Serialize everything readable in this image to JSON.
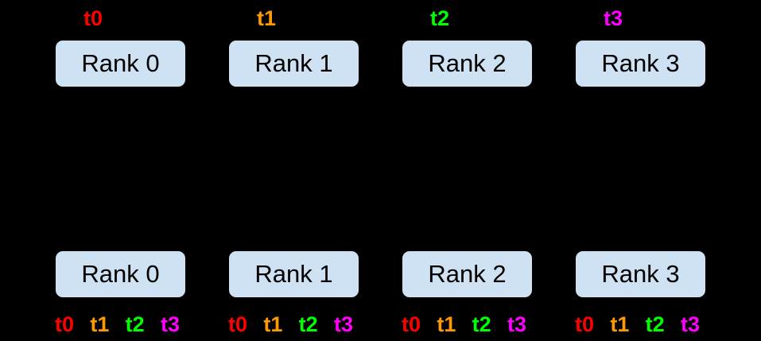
{
  "colors": {
    "background": "#000000",
    "box_fill": "#cfe2f3",
    "box_border": "#000000",
    "box_text": "#000000",
    "t0": "#ff0000",
    "t1": "#ff9900",
    "t2": "#00ff00",
    "t3": "#ff00ff"
  },
  "top_row": {
    "ranks": [
      {
        "label": "Rank 0",
        "tag": {
          "text": "t0",
          "color": "#ff0000"
        }
      },
      {
        "label": "Rank 1",
        "tag": {
          "text": "t1",
          "color": "#ff9900"
        }
      },
      {
        "label": "Rank 2",
        "tag": {
          "text": "t2",
          "color": "#00ff00"
        }
      },
      {
        "label": "Rank 3",
        "tag": {
          "text": "t3",
          "color": "#ff00ff"
        }
      }
    ]
  },
  "bottom_row": {
    "ranks": [
      {
        "label": "Rank 0",
        "tags": [
          {
            "text": "t0",
            "color": "#ff0000"
          },
          {
            "text": "t1",
            "color": "#ff9900"
          },
          {
            "text": "t2",
            "color": "#00ff00"
          },
          {
            "text": "t3",
            "color": "#ff00ff"
          }
        ]
      },
      {
        "label": "Rank 1",
        "tags": [
          {
            "text": "t0",
            "color": "#ff0000"
          },
          {
            "text": "t1",
            "color": "#ff9900"
          },
          {
            "text": "t2",
            "color": "#00ff00"
          },
          {
            "text": "t3",
            "color": "#ff00ff"
          }
        ]
      },
      {
        "label": "Rank 2",
        "tags": [
          {
            "text": "t0",
            "color": "#ff0000"
          },
          {
            "text": "t1",
            "color": "#ff9900"
          },
          {
            "text": "t2",
            "color": "#00ff00"
          },
          {
            "text": "t3",
            "color": "#ff00ff"
          }
        ]
      },
      {
        "label": "Rank 3",
        "tags": [
          {
            "text": "t0",
            "color": "#ff0000"
          },
          {
            "text": "t1",
            "color": "#ff9900"
          },
          {
            "text": "t2",
            "color": "#00ff00"
          },
          {
            "text": "t3",
            "color": "#ff00ff"
          }
        ]
      }
    ]
  }
}
